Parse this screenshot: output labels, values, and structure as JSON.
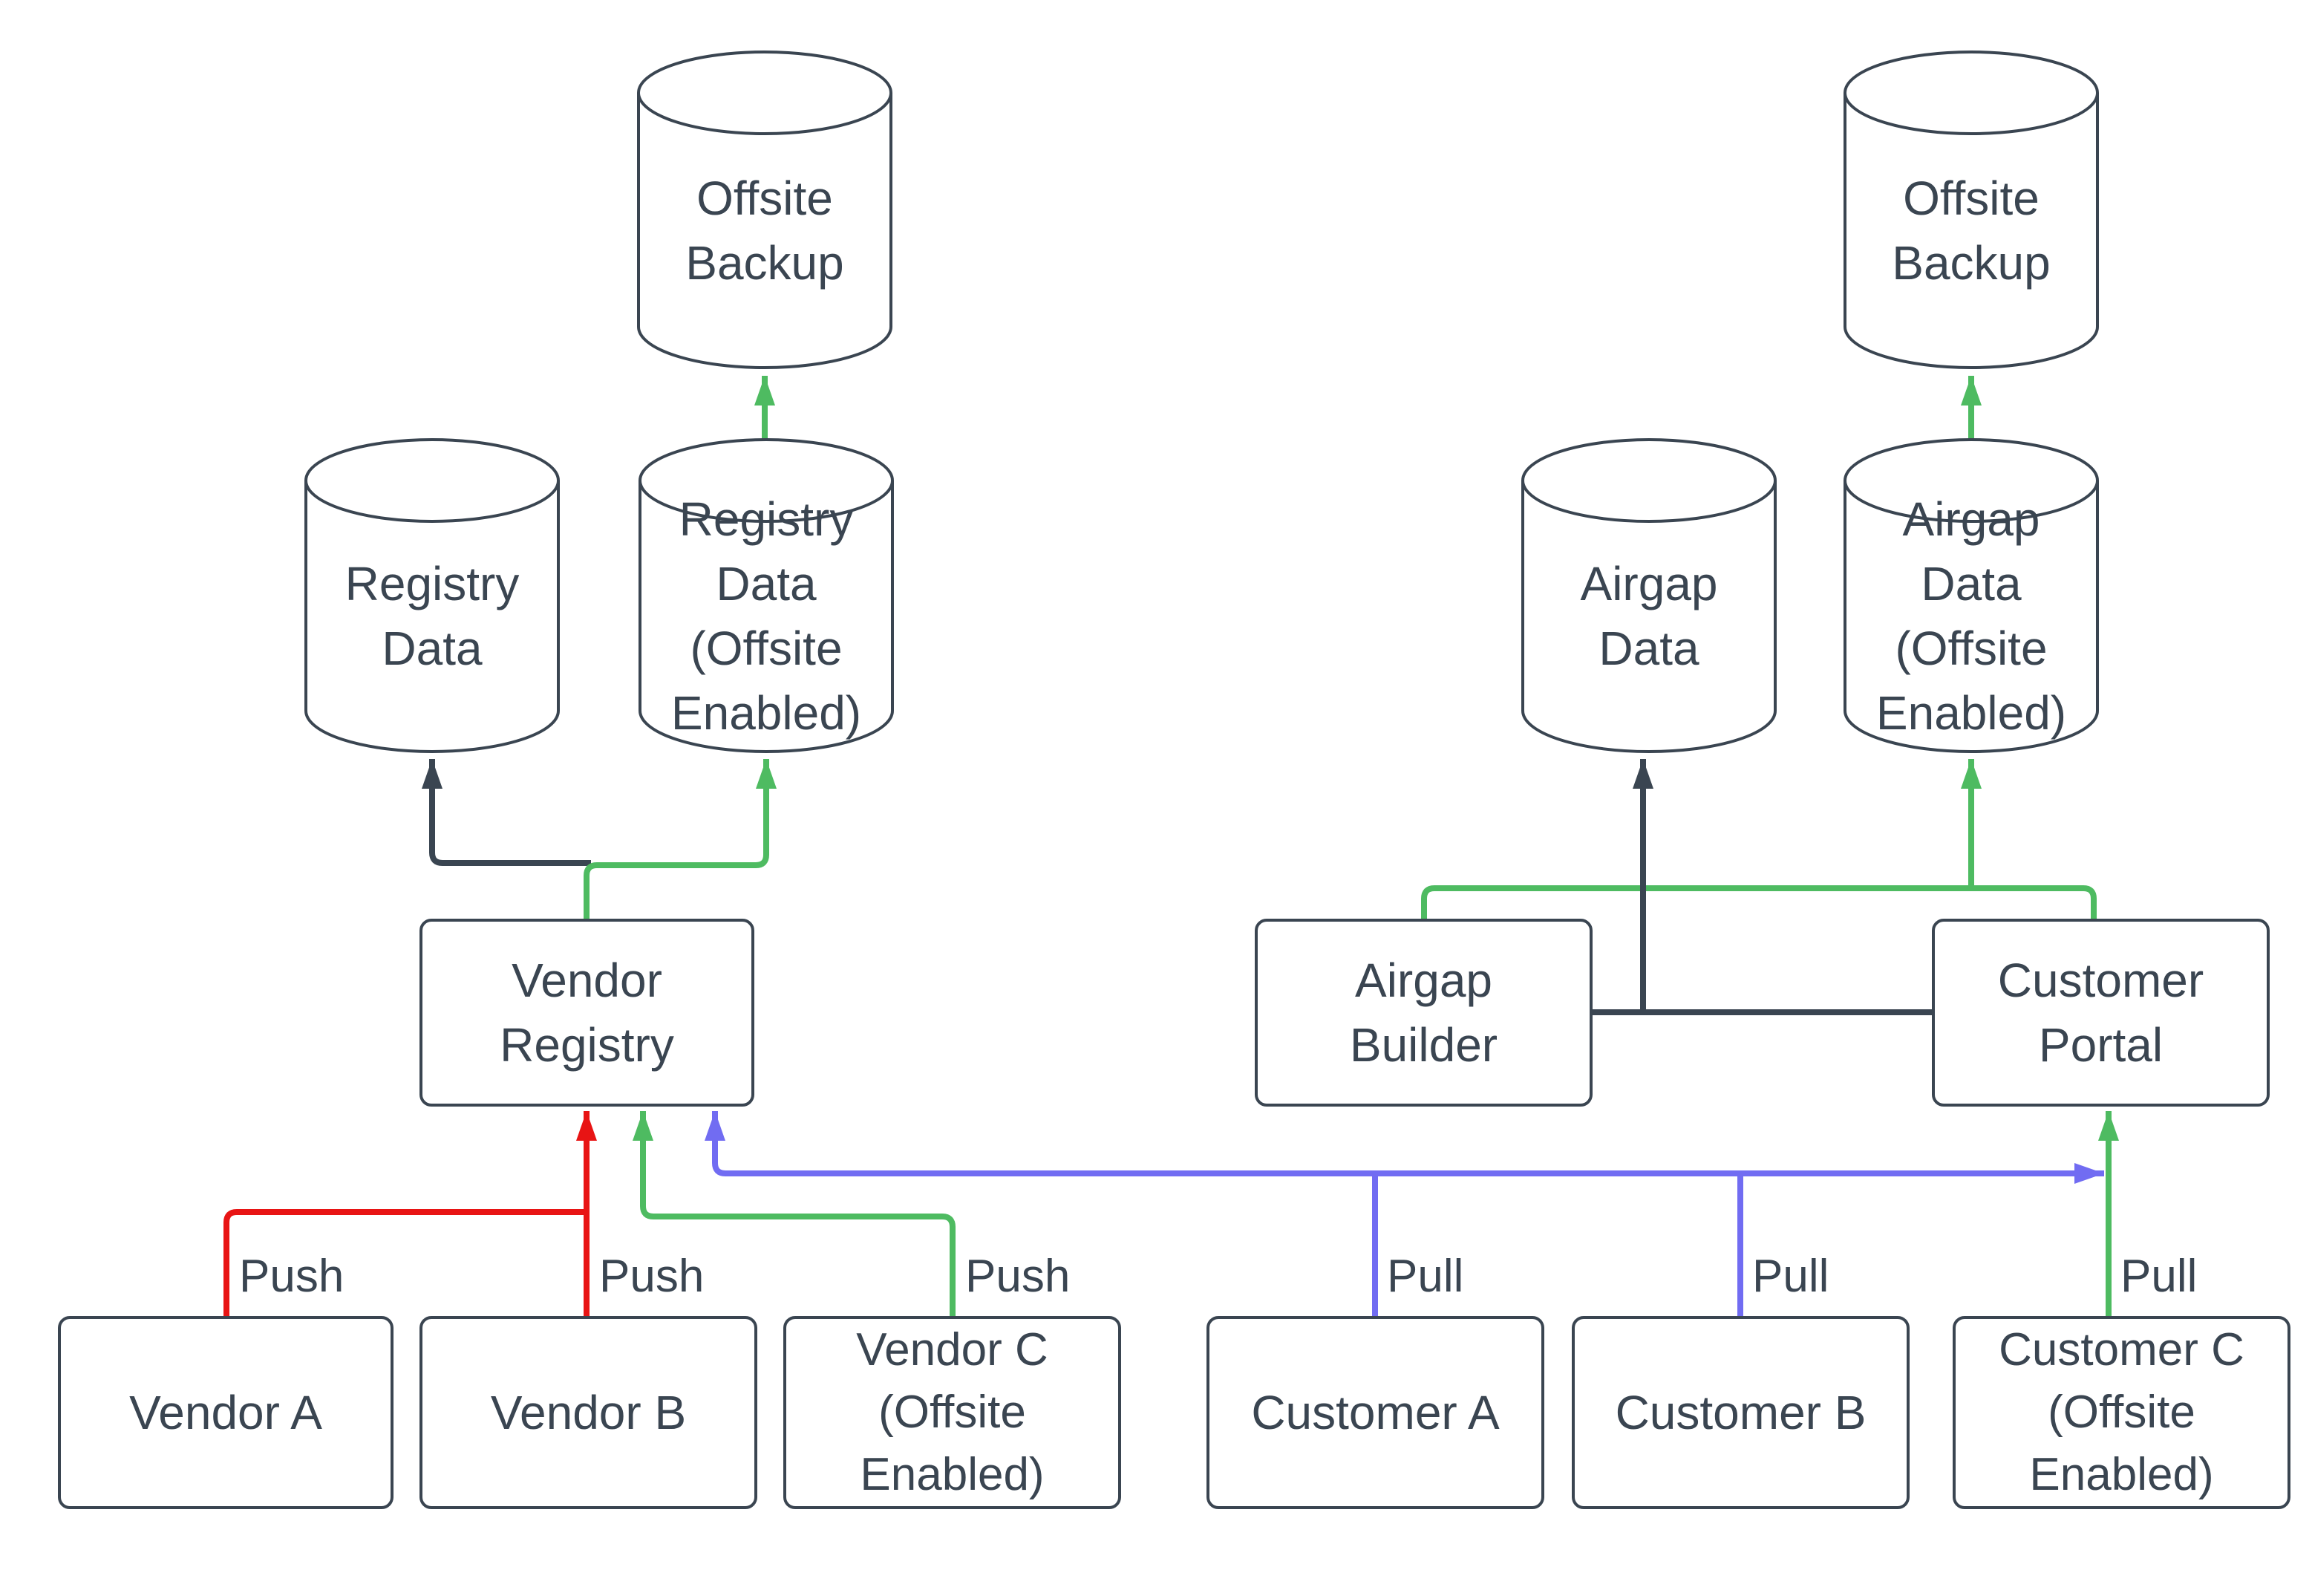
{
  "diagram": {
    "colors": {
      "node_stroke": "#3A4551",
      "text": "#3A4551",
      "dark": "#3A4551",
      "green": "#4EBB61",
      "red": "#E81414",
      "blue": "#716CF2",
      "background": "#FFFFFF"
    },
    "nodes": {
      "offsite_backup_left": "Offsite\nBackup",
      "registry_data": "Registry\nData",
      "registry_data_offsite": "Registry\nData\n(Offsite\nEnabled)",
      "vendor_registry": "Vendor\nRegistry",
      "vendor_a": "Vendor A",
      "vendor_b": "Vendor B",
      "vendor_c": "Vendor C\n(Offsite\nEnabled)",
      "airgap_data": "Airgap\nData",
      "airgap_data_offsite": "Airgap\nData\n(Offsite\nEnabled)",
      "offsite_backup_right": "Offsite\nBackup",
      "airgap_builder": "Airgap\nBuilder",
      "customer_portal": "Customer\nPortal",
      "customer_a": "Customer A",
      "customer_b": "Customer B",
      "customer_c": "Customer C\n(Offsite\nEnabled)"
    },
    "edge_labels": {
      "push": "Push",
      "pull": "Pull"
    }
  }
}
